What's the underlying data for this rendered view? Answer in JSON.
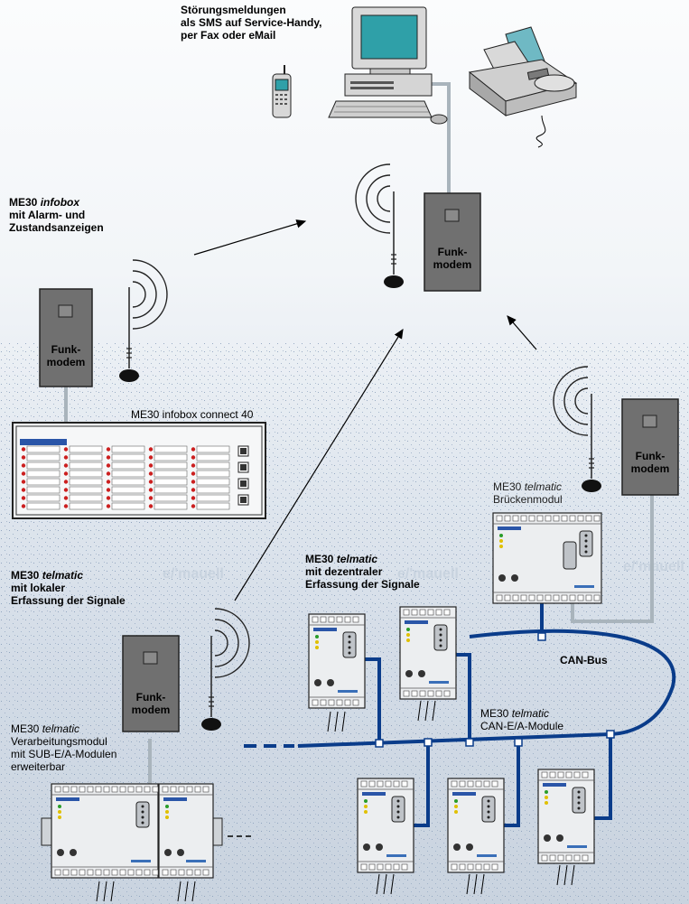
{
  "labels": {
    "alerts": [
      "Störungsmeldungen",
      "als SMS auf Service-Handy,",
      "per Fax oder eMail"
    ],
    "infobox_title": "ME30",
    "infobox_title_italic": "infobox",
    "infobox_lines": [
      "mit Alarm- und",
      "Zustandsanzeigen"
    ],
    "infobox_connect": "ME30 infobox connect 40",
    "bridge_title": "ME30",
    "bridge_title_italic": "telmatic",
    "bridge_line": "Brückenmodul",
    "decentral_title": "ME30",
    "decentral_title_italic": "telmatic",
    "decentral_lines": [
      "mit dezentraler",
      "Erfassung der Signale"
    ],
    "local_title": "ME30",
    "local_title_italic": "telmatic",
    "local_lines": [
      "mit lokaler",
      "Erfassung der Signale"
    ],
    "can_bus": "CAN-Bus",
    "canea_title": "ME30",
    "canea_title_italic": "telmatic",
    "canea_line": "CAN-E/A-Module",
    "proc_title": "ME30",
    "proc_title_italic": "telmatic",
    "proc_lines": [
      "Verarbeitungsmodul",
      "mit SUB-E/A-Modulen",
      "erweiterbar"
    ]
  },
  "modem": {
    "line1": "Funk-",
    "line2": "modem"
  },
  "brand": "e/'mauell",
  "colors": {
    "bus": "#0a3c8a",
    "cable": "#a9b4bc",
    "modem": "#707070",
    "line": "#000000"
  }
}
